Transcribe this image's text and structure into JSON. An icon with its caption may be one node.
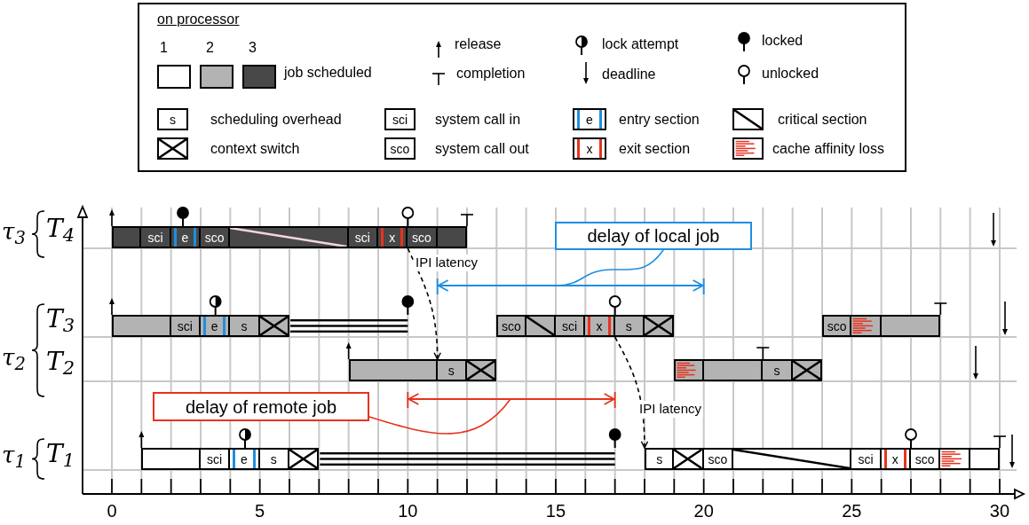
{
  "diagram": {
    "nodes": [
      {
        "text": [
          "s"
        ]
      },
      {
        "text": [
          "sci"
        ]
      },
      {
        "text": [
          "e"
        ]
      },
      {
        "text": [
          "sco"
        ]
      },
      {
        "text": [
          "x"
        ]
      },
      {
        "text": [],
        "shape": "box"
      },
      {
        "text": [
          "sci"
        ]
      },
      {
        "text": [
          "e"
        ]
      },
      {
        "text": [
          "sco"
        ]
      },
      {
        "text": [],
        "shape": "diagonal"
      },
      {
        "text": [
          "sci"
        ]
      },
      {
        "text": [
          "x"
        ]
      },
      {
        "text": [
          "sco"
        ]
      },
      {
        "text": [],
        "shape": "box"
      },
      {
        "text": [
          "delay of local job"
        ]
      },
      {
        "text": [],
        "shape": "box"
      },
      {
        "text": [
          "sci"
        ]
      },
      {
        "text": [
          "e"
        ]
      },
      {
        "text": [
          "s"
        ]
      },
      {
        "text": [],
        "shape": "cross"
      },
      {
        "text": [
          "sco"
        ]
      },
      {
        "text": [],
        "shape": "diagonal"
      },
      {
        "text": [
          "sci"
        ]
      },
      {
        "text": [
          "x"
        ]
      },
      {
        "text": [
          "s"
        ]
      },
      {
        "text": [],
        "shape": "cross"
      },
      {
        "text": [
          "sco"
        ]
      },
      {
        "text": [],
        "shape": "stripes"
      },
      {
        "text": [],
        "shape": "box"
      },
      {
        "text": [],
        "shape": "box"
      },
      {
        "text": [
          "s"
        ]
      },
      {
        "text": [],
        "shape": "cross"
      },
      {
        "text": [],
        "shape": "stripes"
      },
      {
        "text": [],
        "shape": "box"
      },
      {
        "text": [
          "s"
        ]
      },
      {
        "text": [],
        "shape": "cross"
      },
      {
        "text": [
          "delay of remote job"
        ]
      },
      {
        "text": [],
        "shape": "box"
      },
      {
        "text": [
          "sci"
        ]
      },
      {
        "text": [
          "e"
        ]
      },
      {
        "text": [
          "s"
        ]
      },
      {
        "text": [],
        "shape": "cross"
      },
      {
        "text": [
          "s"
        ]
      },
      {
        "text": [],
        "shape": "cross"
      },
      {
        "text": [
          "sco"
        ]
      },
      {
        "text": [],
        "shape": "diagonal"
      },
      {
        "text": [
          "sci"
        ]
      },
      {
        "text": [
          "x"
        ]
      },
      {
        "text": [
          "sco"
        ]
      },
      {
        "text": [],
        "shape": "stripes"
      },
      {
        "text": [],
        "shape": "box"
      }
    ],
    "edges": [
      {
        "from": 11,
        "to": 30,
        "arrow": "to",
        "style": "dashed",
        "label": "IPI latency"
      },
      {
        "from": 23,
        "to": 42,
        "arrow": "to",
        "style": "dashed",
        "label": "IPI latency"
      },
      {
        "from": 14,
        "to": null,
        "arrow": "none",
        "color": "#1e8fe0"
      },
      {
        "from": 36,
        "to": null,
        "arrow": "none",
        "color": "#e8321e"
      }
    ],
    "labels": [
      "on processor",
      "job scheduled",
      "τ$_{3}$",
      "T$_{4}$",
      "τ$_{2}$",
      "T$_{3}$",
      "T$_{2}$",
      "τ$_{1}$",
      "T$_{1}$",
      "0",
      "5",
      "10",
      "15",
      "20",
      "25",
      "30"
    ],
    "legend": [
      {
        "text": "1",
        "color": "#ffffff"
      },
      {
        "text": "2",
        "color": "#b3b3b3"
      },
      {
        "text": "3",
        "color": "#484848"
      },
      {
        "text": "release"
      },
      {
        "text": "lock attempt"
      },
      {
        "text": "locked"
      },
      {
        "text": "completion"
      },
      {
        "text": "deadline"
      },
      {
        "text": "unlocked"
      },
      {
        "text": "scheduling overhead"
      },
      {
        "text": "system call in"
      },
      {
        "text": "entry section"
      },
      {
        "text": "critical section"
      },
      {
        "text": "context switch"
      },
      {
        "text": "system call out"
      },
      {
        "text": "exit section"
      },
      {
        "text": "cache affinity loss"
      }
    ]
  }
}
